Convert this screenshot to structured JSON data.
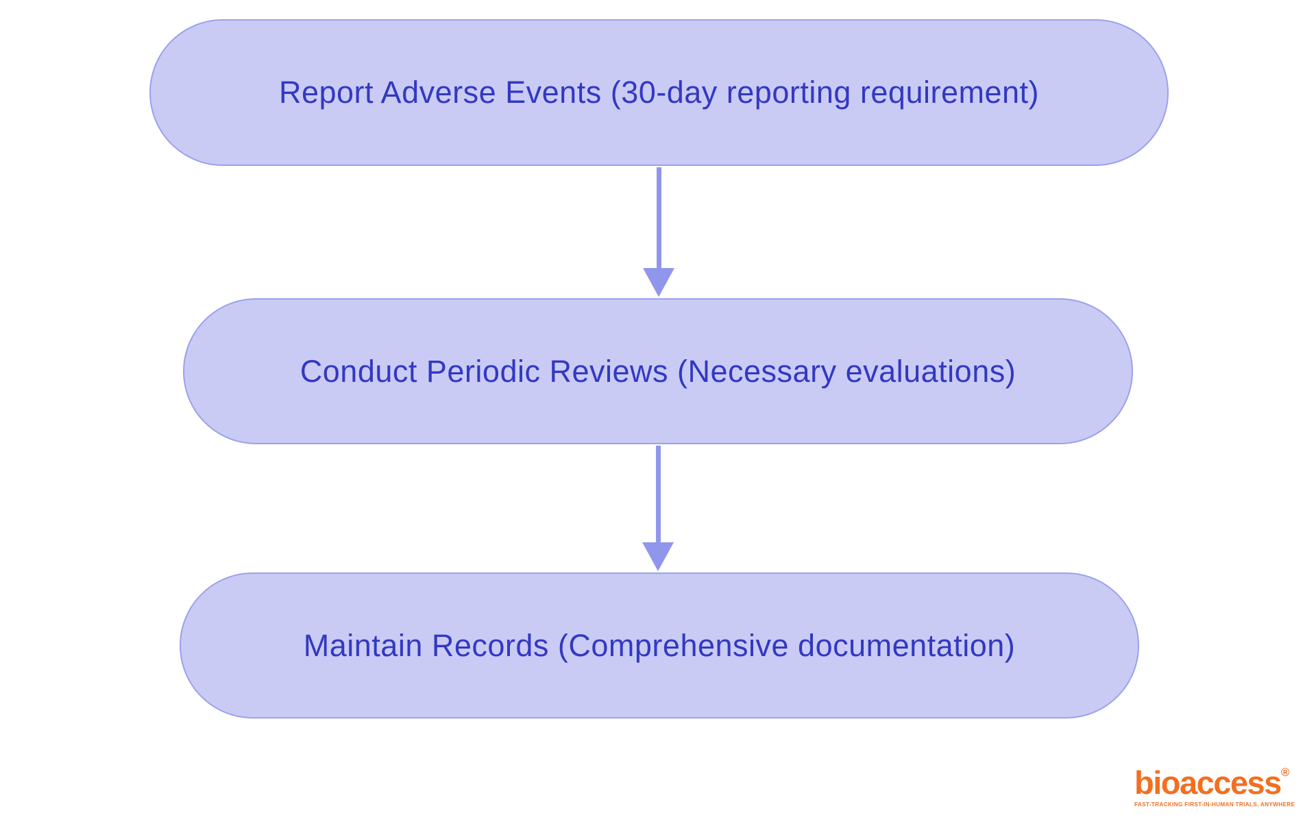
{
  "flowchart": {
    "nodes": [
      {
        "label": "Report Adverse Events (30-day reporting requirement)"
      },
      {
        "label": "Conduct Periodic Reviews (Necessary evaluations)"
      },
      {
        "label": "Maintain Records (Comprehensive documentation)"
      }
    ],
    "connectors": [
      {
        "from": 1,
        "to": 2,
        "direction": "down"
      },
      {
        "from": 2,
        "to": 3,
        "direction": "down"
      }
    ]
  },
  "branding": {
    "logo_text": "bioaccess",
    "registered_mark": "®",
    "tagline": "FAST-TRACKING FIRST-IN-HUMAN TRIALS, ANYWHERE"
  },
  "colors": {
    "background": "#FFFFFF",
    "node_fill": "#C9CBF4",
    "node_border": "#9BA1EC",
    "node_text": "#3338C2",
    "arrow": "#9096EB",
    "logo_orange": "#F26F21"
  }
}
